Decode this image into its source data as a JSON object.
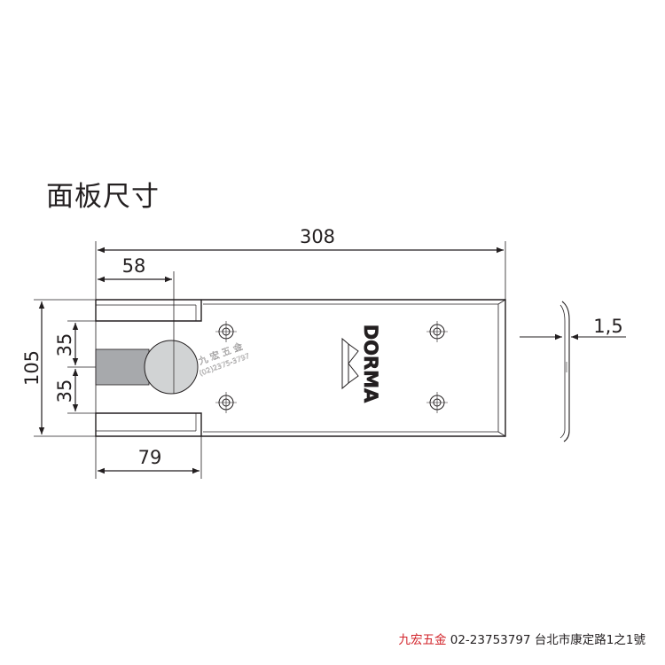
{
  "title": "面板尺寸",
  "dimensions": {
    "total_length": "308",
    "slot_depth": "58",
    "total_width": "105",
    "upper_half": "35",
    "lower_half": "35",
    "base_length": "79",
    "thickness": "1,5"
  },
  "plate_logo": "DORMA",
  "watermark": {
    "name": "九 宏 五 金",
    "phone": "(02)2375-3797"
  },
  "footer": {
    "brand": "九宏五金",
    "phone": "02-23753797",
    "address": "台北市康定路1之1號"
  },
  "colors": {
    "line": "#231f20",
    "shaft": "#a7a9ac",
    "spindle_disc": "#d1d3d4",
    "brand": "#d2232a"
  }
}
